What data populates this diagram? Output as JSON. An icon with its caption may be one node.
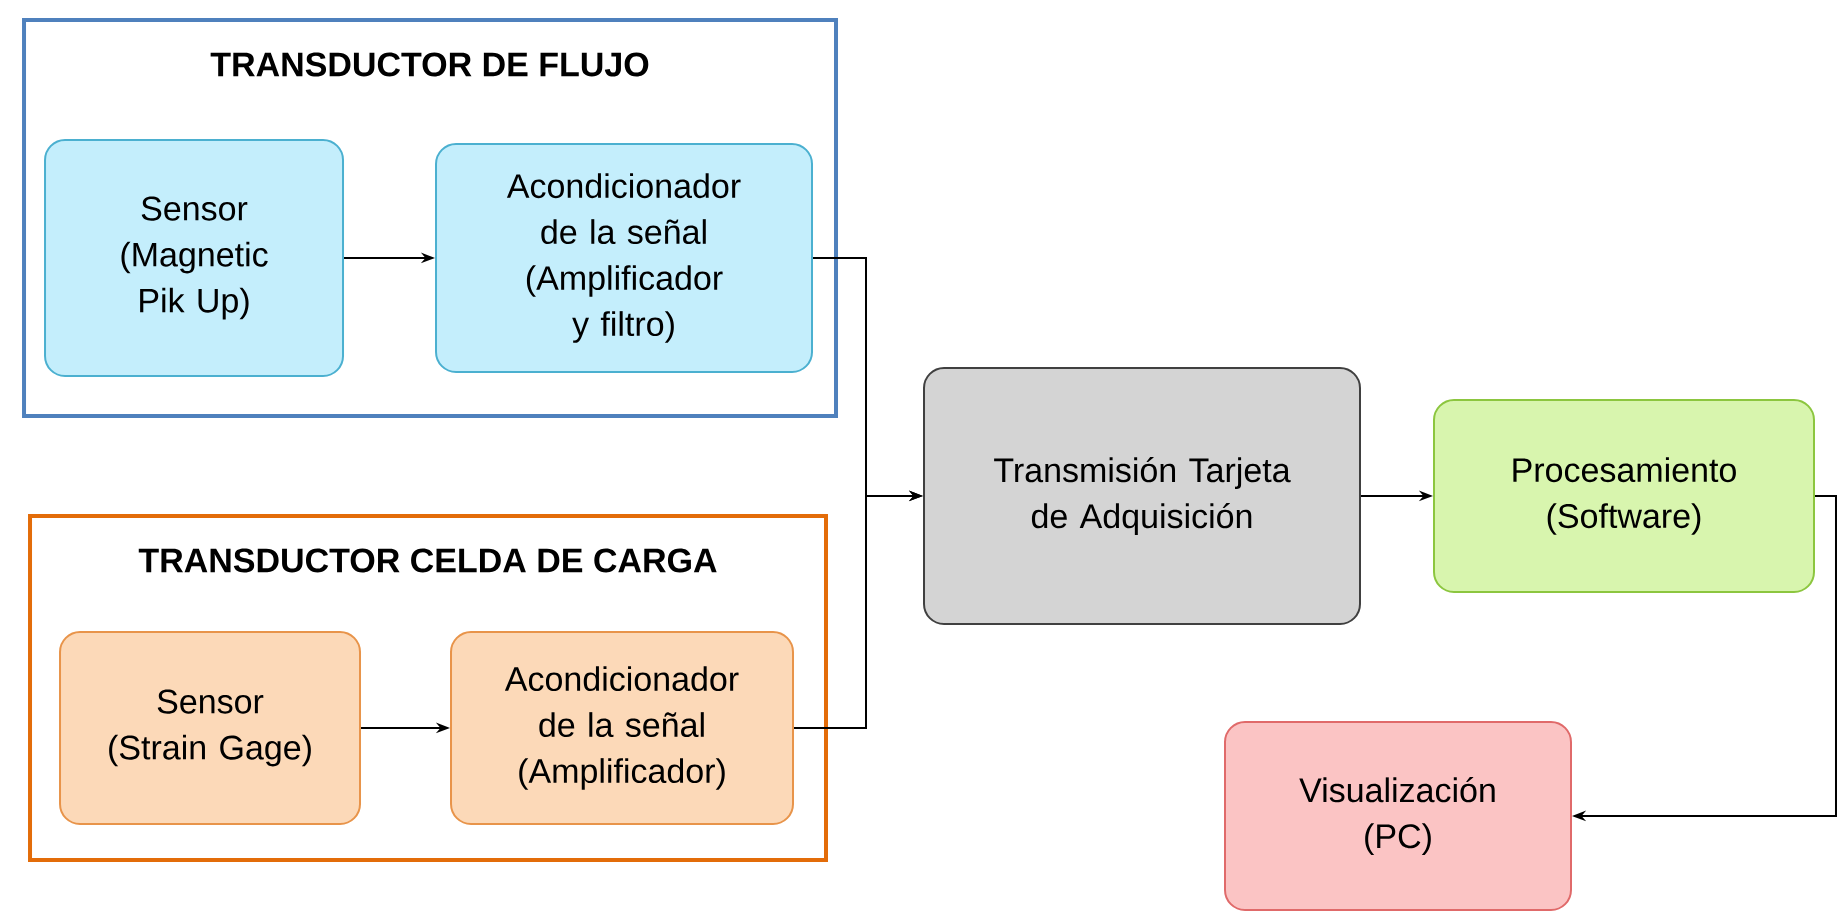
{
  "diagram": {
    "nodes": [
      {
        "text": [
          "TRANSDUCTOR DE FLUJO"
        ]
      },
      {
        "text": [
          "Sensor (Magnetic Pik Up)"
        ],
        "in": 0
      },
      {
        "text": [
          "Acondicionador de la señal (Amplificador y filtro)"
        ],
        "in": 0
      },
      {
        "text": [
          "TRANSDUCTOR CELDA DE CARGA"
        ]
      },
      {
        "text": [
          "Sensor (Strain Gage)"
        ],
        "in": 3
      },
      {
        "text": [
          "Acondicionador de la señal (Amplificador)"
        ],
        "in": 3
      },
      {
        "text": [
          "Transmisión Tarjeta de Adquisición"
        ]
      },
      {
        "text": [
          "Procesamiento (Software)"
        ]
      },
      {
        "text": [
          "Visualización (PC)"
        ]
      }
    ],
    "edges": [
      {
        "from": 1,
        "to": 2,
        "arrow": "to"
      },
      {
        "from": 2,
        "to": 6,
        "arrow": "to"
      },
      {
        "from": 5,
        "to": 6,
        "arrow": "to"
      },
      {
        "from": 4,
        "to": 5,
        "arrow": "to"
      },
      {
        "from": 6,
        "to": 7,
        "arrow": "to"
      },
      {
        "from": 7,
        "to": 8,
        "arrow": "to"
      }
    ]
  }
}
